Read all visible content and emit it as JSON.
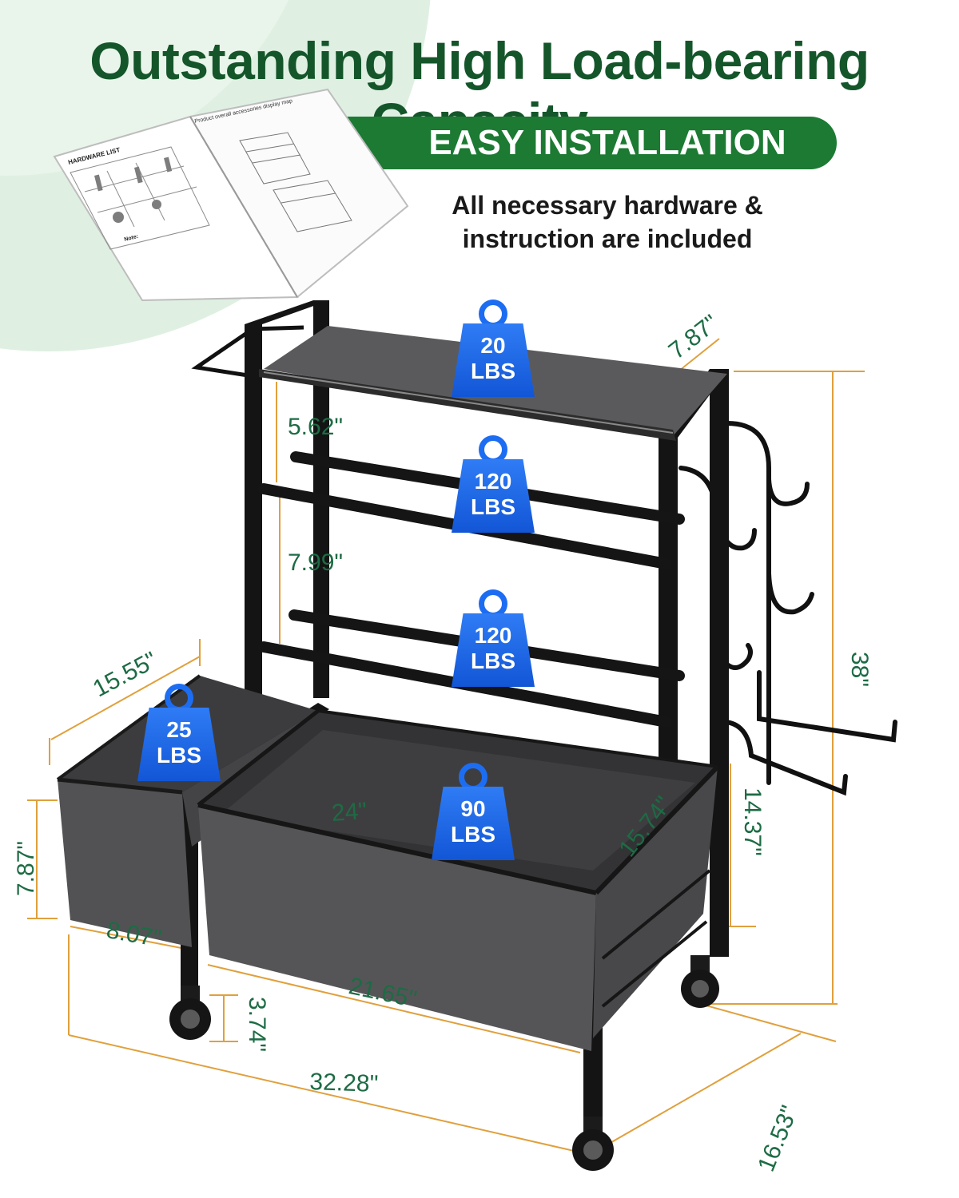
{
  "headline": "Outstanding High Load-bearing Capacity",
  "banner": "EASY INSTALLATION",
  "subtext": [
    "All necessary hardware &",
    "instruction are included"
  ],
  "manual": {
    "left_title": "HARDWARE LIST",
    "right_title": "Product overall accessories display map",
    "note_label": "Note:"
  },
  "loads": [
    {
      "value": "20",
      "unit": "LBS"
    },
    {
      "value": "120",
      "unit": "LBS"
    },
    {
      "value": "120",
      "unit": "LBS"
    },
    {
      "value": "25",
      "unit": "LBS"
    },
    {
      "value": "90",
      "unit": "LBS"
    }
  ],
  "dimensions": {
    "shelf_depth": "7.87\"",
    "top_spacing": "5.62\"",
    "mid_spacing": "7.99\"",
    "total_height": "38\"",
    "side_bin_width": "15.55\"",
    "side_bin_height": "7.87\"",
    "side_bin_depth": "8.07\"",
    "main_bin_width": "24\"",
    "main_bin_depth": "15.74\"",
    "bin_to_top_height": "14.37\"",
    "base_width": "21.65\"",
    "wheel_height": "3.74\"",
    "overall_width": "32.28\"",
    "overall_depth": "16.53\""
  },
  "colors": {
    "brand_green": "#14562a",
    "banner_green": "#1c7a33",
    "dimension_text": "#1d6b44",
    "dimension_line": "#e0a03c",
    "weight_blue": "#1d6df2",
    "fabric_gray": "#4a4a4c",
    "frame_black": "#111111"
  }
}
